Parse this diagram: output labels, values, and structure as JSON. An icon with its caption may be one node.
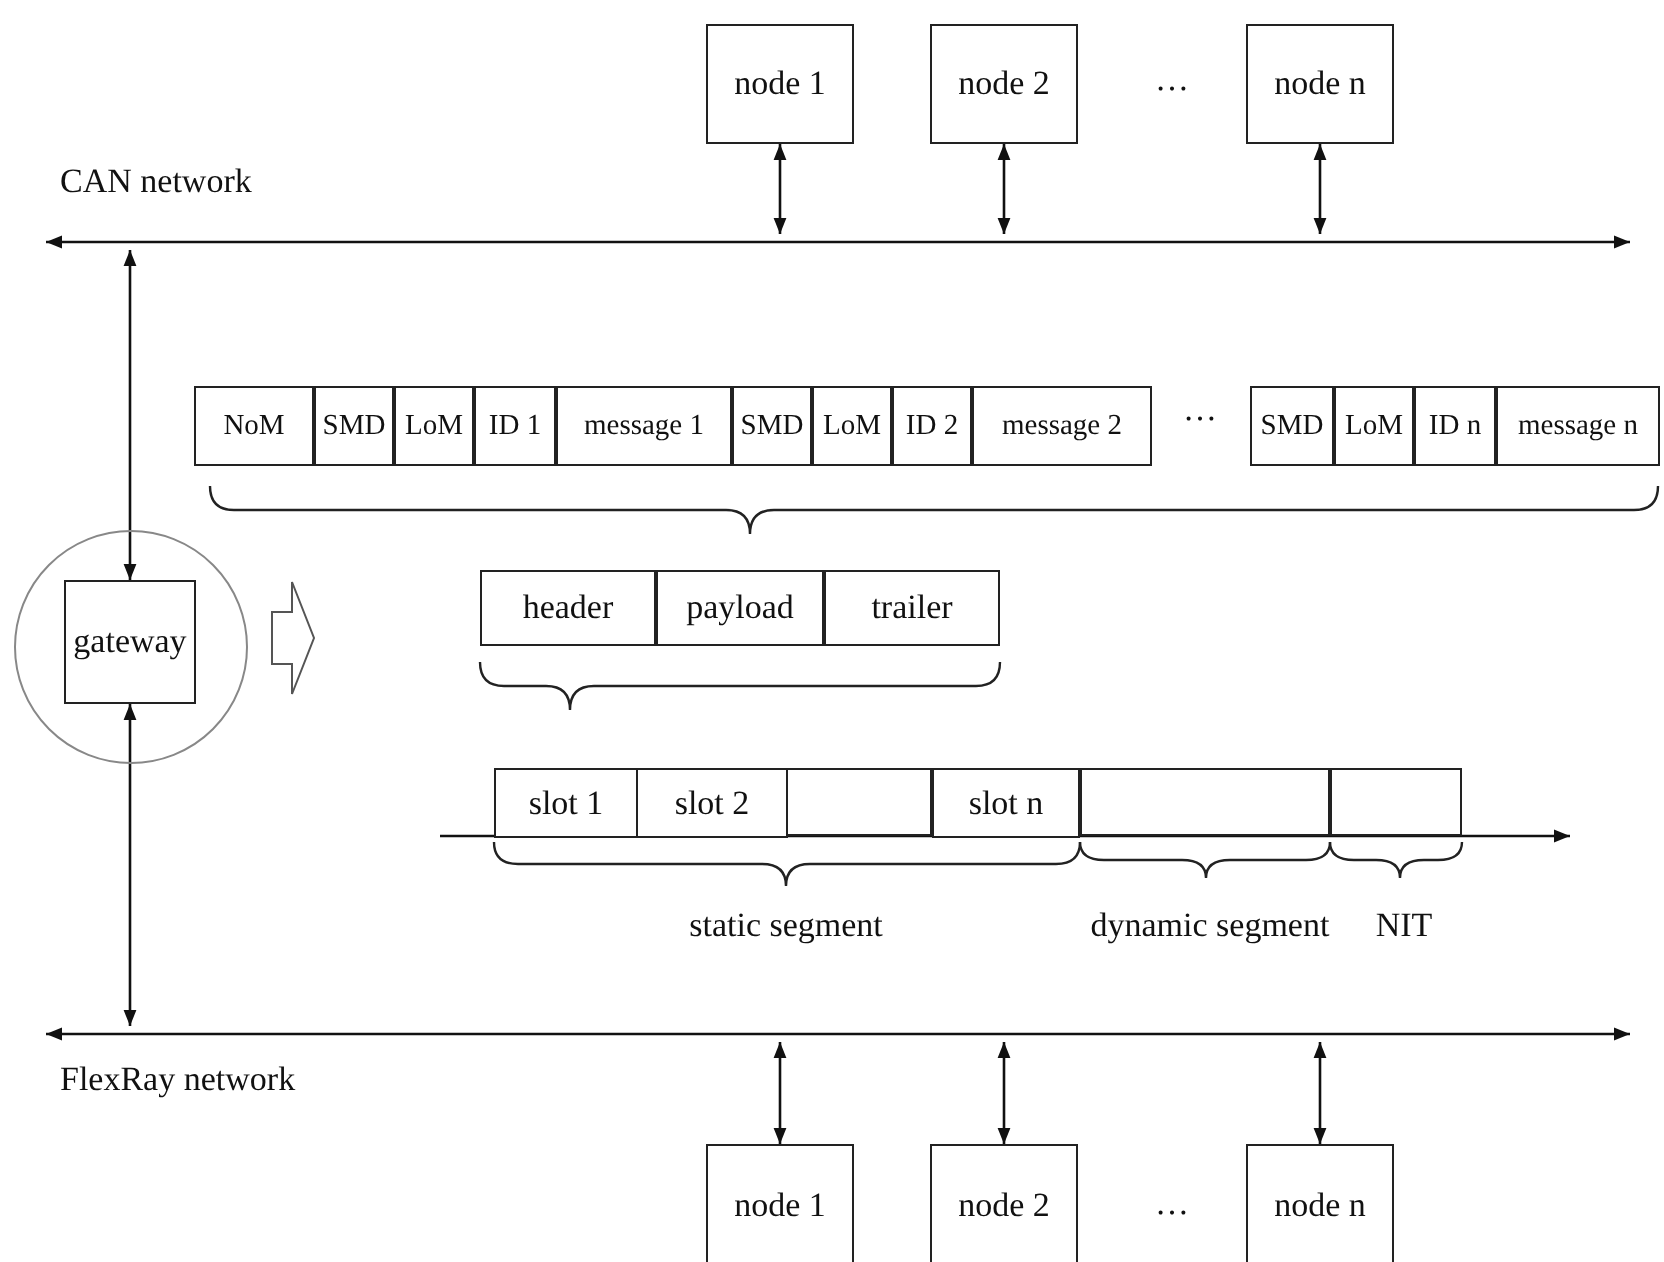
{
  "diagram": {
    "nodes": [
      {
        "text": [
          "node 1"
        ]
      },
      {
        "text": [
          "node 2"
        ]
      },
      {
        "text": [
          "node n"
        ]
      },
      {
        "text": [],
        "shape": "bar",
        "beside": [
          "CAN network"
        ]
      },
      {
        "text": [],
        "shape": "circle"
      },
      {
        "text": [
          "gateway"
        ],
        "in": 4
      },
      {
        "text": [],
        "shape": "bar",
        "beside": [
          "FlexRay network"
        ]
      },
      {
        "text": [
          "node 1"
        ]
      },
      {
        "text": [
          "node 2"
        ]
      },
      {
        "text": [
          "node n"
        ]
      },
      {
        "text": [],
        "shape": "box"
      },
      {
        "text": [],
        "shape": "box"
      },
      {
        "text": [],
        "shape": "box"
      }
    ],
    "edges": [
      {
        "from": 0,
        "to": 3,
        "arrow": "both"
      },
      {
        "from": 1,
        "to": 3,
        "arrow": "both"
      },
      {
        "from": 2,
        "to": 3,
        "arrow": "both"
      },
      {
        "from": 3,
        "to": 5,
        "arrow": "both"
      },
      {
        "from": 5,
        "to": 6,
        "arrow": "both"
      },
      {
        "from": 6,
        "to": 7,
        "arrow": "both"
      },
      {
        "from": 6,
        "to": 8,
        "arrow": "both"
      },
      {
        "from": 6,
        "to": 9,
        "arrow": "both"
      }
    ],
    "labels": [
      "…",
      "NoM",
      "SMD",
      "LoM",
      "ID 1",
      "message 1",
      "SMD",
      "LoM",
      "ID 2",
      "message 2",
      "…",
      "SMD",
      "LoM",
      "ID n",
      "message n",
      "header",
      "payload",
      "trailer",
      "slot 1",
      "slot 2",
      "slot n",
      "static segment",
      "dynamic segment",
      "NIT",
      "…"
    ]
  }
}
